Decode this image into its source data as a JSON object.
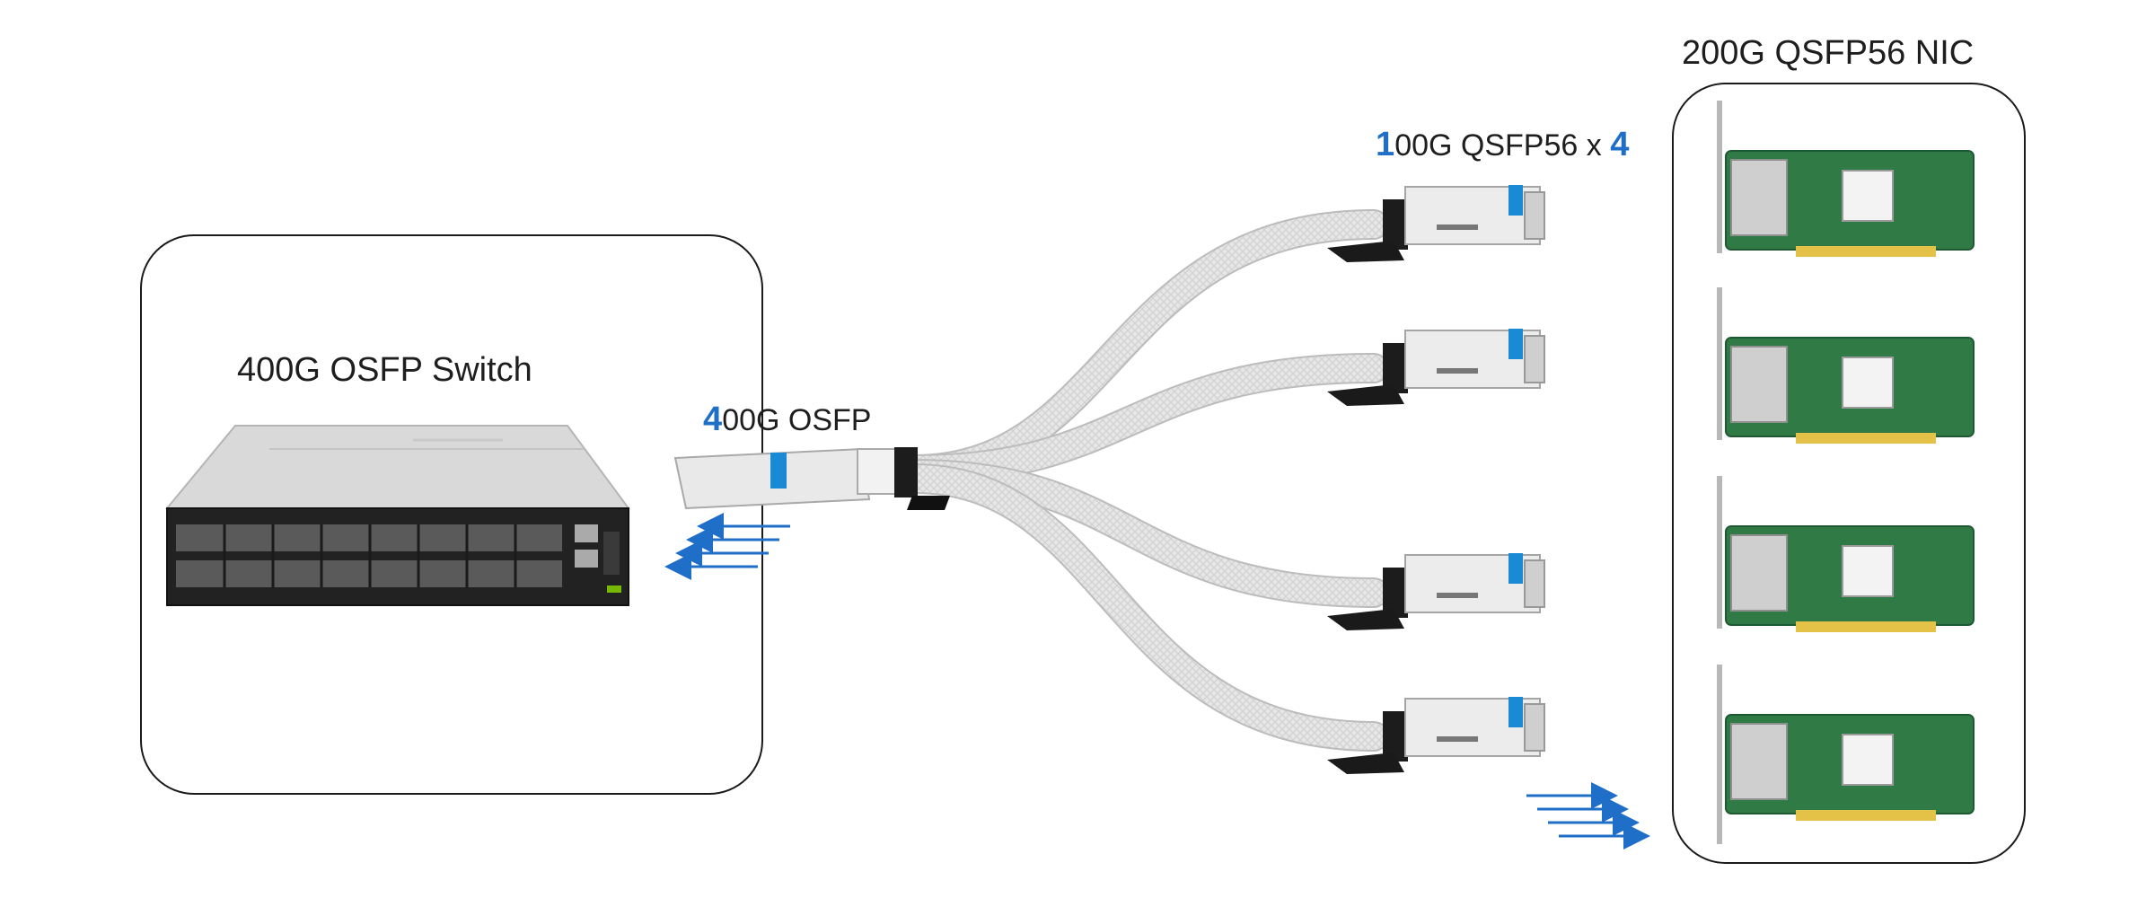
{
  "switch": {
    "title": "400G OSFP Switch"
  },
  "transceiver": {
    "label_highlight": "4",
    "label_rest": "00G OSFP"
  },
  "breakout": {
    "label_highlight_1": "1",
    "label_middle": "00G QSFP56 x ",
    "label_highlight_2": "4"
  },
  "nic": {
    "title": "200G QSFP56 NIC"
  },
  "colors": {
    "accent": "#1f6fc8",
    "pcb": "#2f7a45",
    "cable": "#e4e4e4"
  }
}
